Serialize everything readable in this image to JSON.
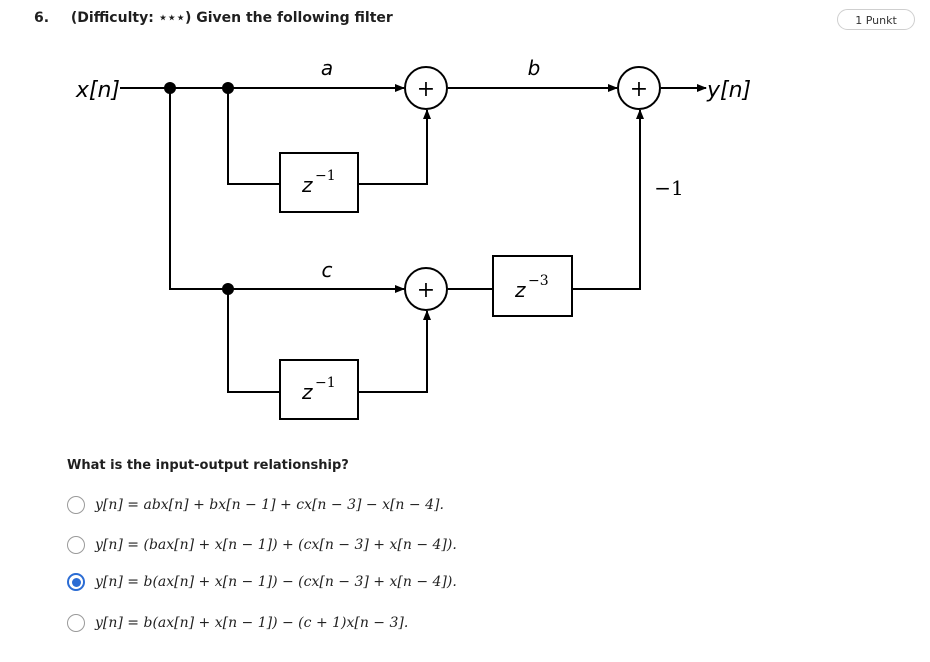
{
  "question": {
    "number": "6.",
    "title": "(Difficulty: ⋆⋆⋆) Given the following filter",
    "points_badge": "1 Punkt"
  },
  "diagram": {
    "input_label": "x[n]",
    "output_label": "y[n]",
    "gain_a": "a",
    "gain_b": "b",
    "gain_c": "c",
    "gain_minus_one": "−1",
    "delay_1_top": "z",
    "delay_1_exp": "−1",
    "delay_1_bottom": "z",
    "delay_1b_exp": "−1",
    "delay_3": "z",
    "delay_3_exp": "−3",
    "adder_symbol": "+"
  },
  "prompt": "What is the input-output relationship?",
  "options": [
    {
      "label": "y[n] = abx[n] + bx[n − 1] + cx[n − 3] − x[n − 4].",
      "selected": false
    },
    {
      "label": "y[n] = (bax[n] + x[n − 1]) + (cx[n − 3] + x[n − 4]).",
      "selected": false
    },
    {
      "label": "y[n] = b(ax[n] + x[n − 1]) − (cx[n − 3] + x[n − 4]).",
      "selected": true
    },
    {
      "label": "y[n] = b(ax[n] + x[n − 1]) − (c + 1)x[n − 3].",
      "selected": false
    }
  ],
  "colors": {
    "accent": "#2b6cd4"
  }
}
